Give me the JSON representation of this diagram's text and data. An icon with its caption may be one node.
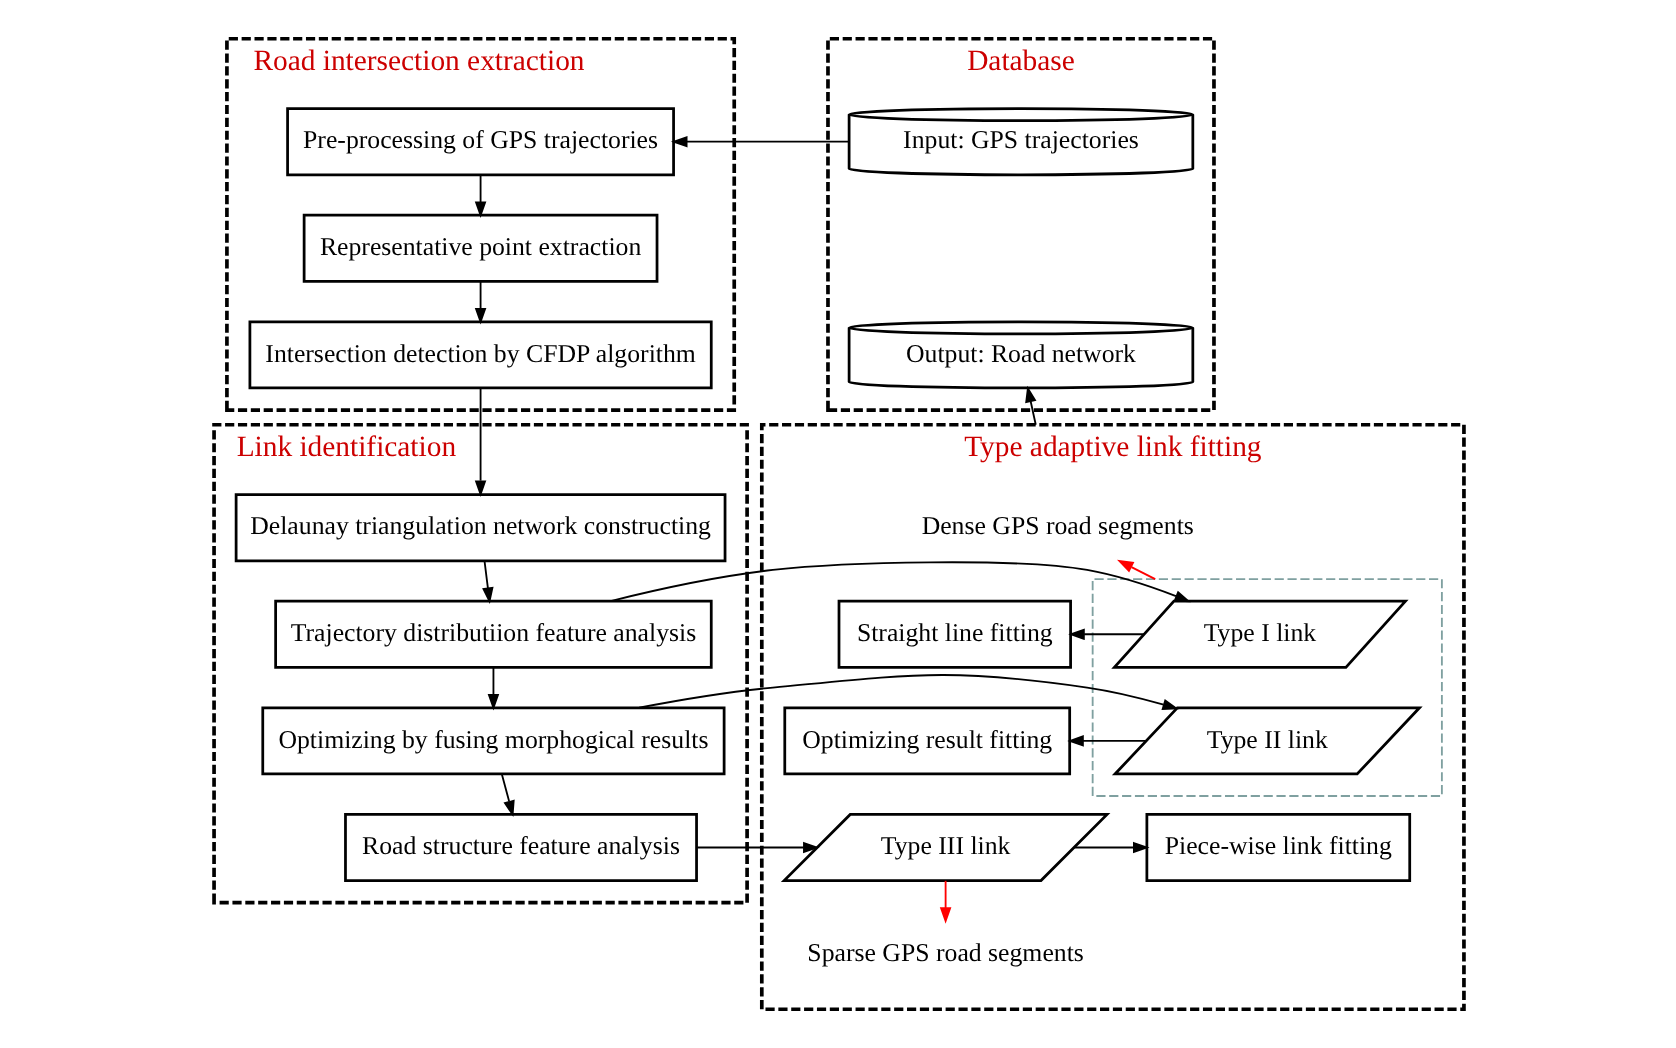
{
  "diagram": {
    "nodes": [
      {
        "text": [
          "Road intersection extraction"
        ]
      },
      {
        "text": [
          "Pre-processing of GPS trajectories"
        ],
        "in": 0
      },
      {
        "text": [
          "Representative point extraction"
        ],
        "in": 0
      },
      {
        "text": [
          "Intersection detection by CFDP algorithm"
        ],
        "in": 0
      },
      {
        "text": [
          "Database"
        ]
      },
      {
        "text": [
          "Input: GPS trajectories"
        ],
        "in": 4
      },
      {
        "text": [
          "Output: Road network"
        ],
        "in": 4
      },
      {
        "text": [
          "Link identification"
        ]
      },
      {
        "text": [
          "Delaunay triangulation network constructing"
        ],
        "in": 7
      },
      {
        "text": [
          "Trajectory distributiion feature analysis"
        ],
        "in": 7
      },
      {
        "text": [
          "Optimizing by fusing morphogical results"
        ],
        "in": 7
      },
      {
        "text": [
          "Road structure feature analysis"
        ],
        "in": 7
      },
      {
        "text": [
          "Type adaptive link fitting"
        ]
      },
      {
        "text": [
          "Dense GPS road segments"
        ],
        "in": 12
      },
      {
        "text": [],
        "shape": "box",
        "in": 12
      },
      {
        "text": [
          "Type I link"
        ],
        "in": 14
      },
      {
        "text": [
          "Straight line fitting"
        ],
        "in": 12
      },
      {
        "text": [
          "Type II link"
        ],
        "in": 14
      },
      {
        "text": [
          "Optimizing result fitting"
        ],
        "in": 12
      },
      {
        "text": [
          "Type III link"
        ],
        "in": 12
      },
      {
        "text": [
          "Piece-wise link fitting"
        ],
        "in": 12
      },
      {
        "text": [
          "Sparse GPS road segments"
        ],
        "in": 12
      }
    ],
    "edges": [
      {
        "from": 5,
        "to": 1,
        "arrow": "to"
      },
      {
        "from": 1,
        "to": 2,
        "arrow": "to"
      },
      {
        "from": 2,
        "to": 3,
        "arrow": "to"
      },
      {
        "from": 3,
        "to": 8,
        "arrow": "to"
      },
      {
        "from": 8,
        "to": 9,
        "arrow": "to"
      },
      {
        "from": 9,
        "to": 10,
        "arrow": "to"
      },
      {
        "from": 10,
        "to": 11,
        "arrow": "to"
      },
      {
        "from": 12,
        "to": 6,
        "arrow": "to"
      },
      {
        "from": 9,
        "to": 15,
        "arrow": "to"
      },
      {
        "from": 10,
        "to": 17,
        "arrow": "to"
      },
      {
        "from": 11,
        "to": 19,
        "arrow": "to"
      },
      {
        "from": 15,
        "to": 16,
        "arrow": "to"
      },
      {
        "from": 17,
        "to": 18,
        "arrow": "to"
      },
      {
        "from": 19,
        "to": 20,
        "arrow": "to"
      },
      {
        "from": 14,
        "to": 13,
        "arrow": "to",
        "color": "#ff0000"
      },
      {
        "from": 19,
        "to": 21,
        "arrow": "to",
        "color": "#ff0000"
      }
    ]
  }
}
